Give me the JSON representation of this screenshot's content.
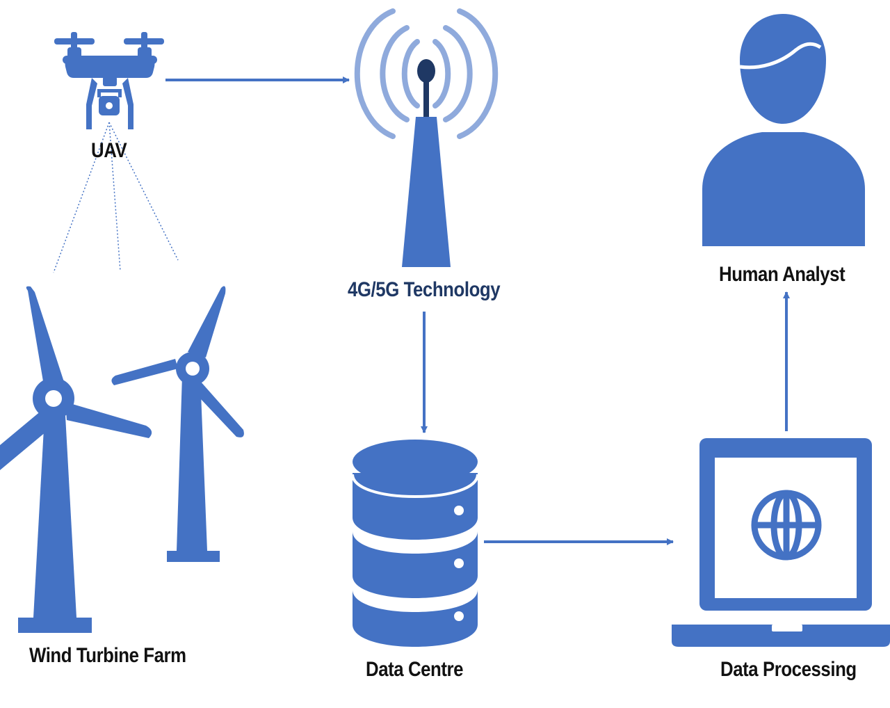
{
  "colors": {
    "primary": "#4472c4",
    "light_signal": "#8faadc",
    "dark_tip": "#1f3864",
    "label": "#111111",
    "label_accent": "#1f3864",
    "background": "#ffffff"
  },
  "nodes": {
    "uav": {
      "label": "UAV",
      "icon": "drone-icon"
    },
    "network": {
      "label": "4G/5G Technology",
      "icon": "antenna-tower-icon"
    },
    "analyst": {
      "label": "Human Analyst",
      "icon": "person-icon"
    },
    "farm": {
      "label": "Wind Turbine Farm",
      "icon": "wind-turbine-icon"
    },
    "datacentre": {
      "label": "Data Centre",
      "icon": "database-icon"
    },
    "processing": {
      "label": "Data Processing",
      "icon": "laptop-globe-icon"
    }
  },
  "connections": [
    {
      "from": "uav",
      "to": "network",
      "style": "solid-arrow"
    },
    {
      "from": "network",
      "to": "datacentre",
      "style": "solid-arrow"
    },
    {
      "from": "datacentre",
      "to": "processing",
      "style": "solid-arrow"
    },
    {
      "from": "processing",
      "to": "analyst",
      "style": "solid-arrow"
    },
    {
      "from": "uav",
      "to": "farm",
      "style": "dotted-beam"
    }
  ]
}
